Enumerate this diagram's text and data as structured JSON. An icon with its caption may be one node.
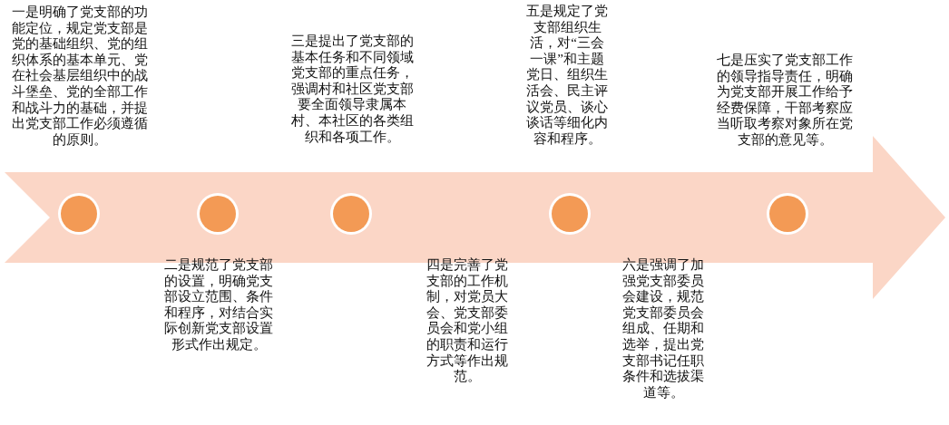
{
  "diagram": {
    "nodes": [
      {
        "text": [],
        "shape": "circle"
      },
      {
        "text": [],
        "shape": "circle"
      },
      {
        "text": [],
        "shape": "circle"
      },
      {
        "text": [],
        "shape": "circle"
      },
      {
        "text": [],
        "shape": "circle"
      }
    ],
    "edges": [],
    "labels": [
      "一是明确了党支部的功能定位，规定党支部是党的基础组织、党的组织体系的基本单元、党在社会基层组织中的战斗堡垒、党的全部工作和战斗力的基础，并提出党支部工作必须遵循的原则。",
      "二是规范了党支部的设置，明确党支部设立范围、条件和程序，对结合实际创新党支部设置形式作出规定。",
      "三是提出了党支部的基本任务和不同领域党支部的重点任务，强调村和社区党支部要全面领导隶属本村、本社区的各类组织和各项工作。",
      "四是完善了党支部的工作机制，对党员大会、党支部委员会和党小组的职责和运行方式等作出规范。",
      "五是规定了党支部组织生活，对“三会一课”和主题党日、组织生活会、民主评议党员、谈心谈话等细化内容和程序。",
      "六是强调了加强党支部委员会建设，规范党支部委员会组成、任期和选举，提出党支部书记任职条件和选拔渠道等。",
      "七是压实了党支部工作的领导指导责任，明确为党支部开展工作给予经费保障，干部考察应当听取考察对象所在党支部的意见等。"
    ]
  }
}
